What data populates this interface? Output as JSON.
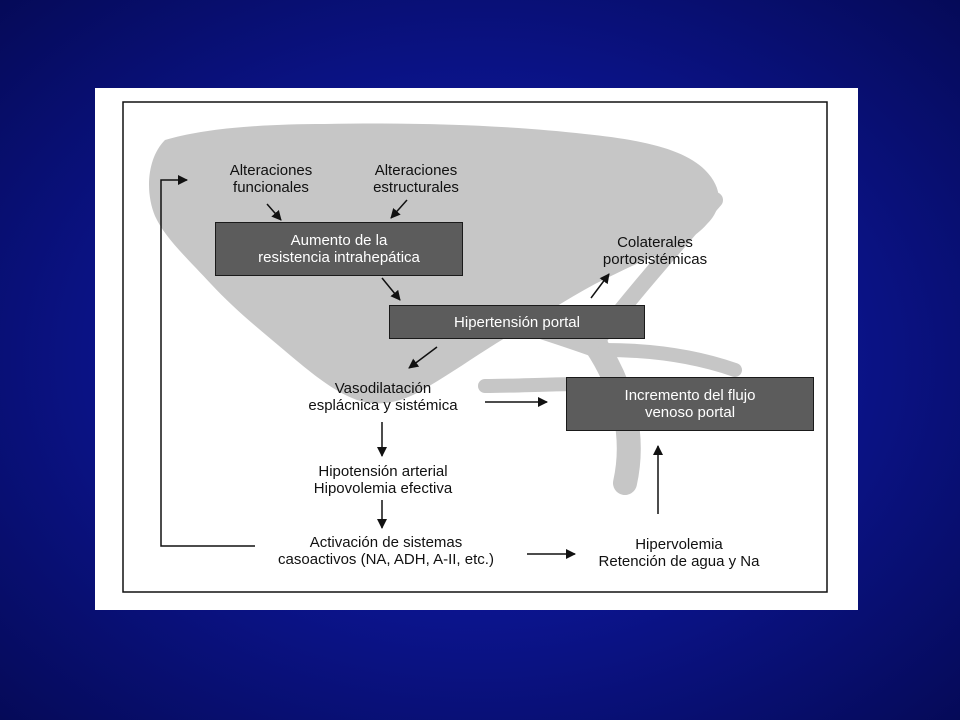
{
  "diagram": {
    "colors": {
      "background": "#0c1592",
      "panel": "#ffffff",
      "liver": "#c6c6c6",
      "box_fill": "#5c5c5c",
      "box_text": "#ffffff",
      "line": "#111111"
    },
    "nodes": {
      "alteraciones_funcionales": [
        "Alteraciones",
        "funcionales"
      ],
      "alteraciones_estructurales": [
        "Alteraciones",
        "estructurales"
      ],
      "aumento_resistencia": [
        "Aumento de la",
        "resistencia intrahepática"
      ],
      "colaterales": [
        "Colaterales",
        "portosistémicas"
      ],
      "hipertension_portal": [
        "Hipertensión portal"
      ],
      "vasodilatacion": [
        "Vasodilatación",
        "esplácnica y sistémica"
      ],
      "incremento_flujo": [
        "Incremento del flujo",
        "venoso portal"
      ],
      "hipotension": [
        "Hipotensión arterial",
        "Hipovolemia efectiva"
      ],
      "activacion": [
        "Activación de sistemas",
        "casoactivos (NA, ADH, A-II, etc.)"
      ],
      "hipervolemia": [
        "Hipervolemia",
        "Retención de agua y Na"
      ]
    },
    "edges": [
      [
        "alteraciones_funcionales",
        "aumento_resistencia"
      ],
      [
        "alteraciones_estructurales",
        "aumento_resistencia"
      ],
      [
        "aumento_resistencia",
        "hipertension_portal"
      ],
      [
        "hipertension_portal",
        "colaterales"
      ],
      [
        "hipertension_portal",
        "vasodilatacion"
      ],
      [
        "vasodilatacion",
        "incremento_flujo"
      ],
      [
        "vasodilatacion",
        "hipotension"
      ],
      [
        "hipotension",
        "activacion"
      ],
      [
        "activacion",
        "hipervolemia"
      ],
      [
        "hipervolemia",
        "incremento_flujo"
      ],
      [
        "activacion",
        "alteraciones_funcionales"
      ]
    ]
  }
}
